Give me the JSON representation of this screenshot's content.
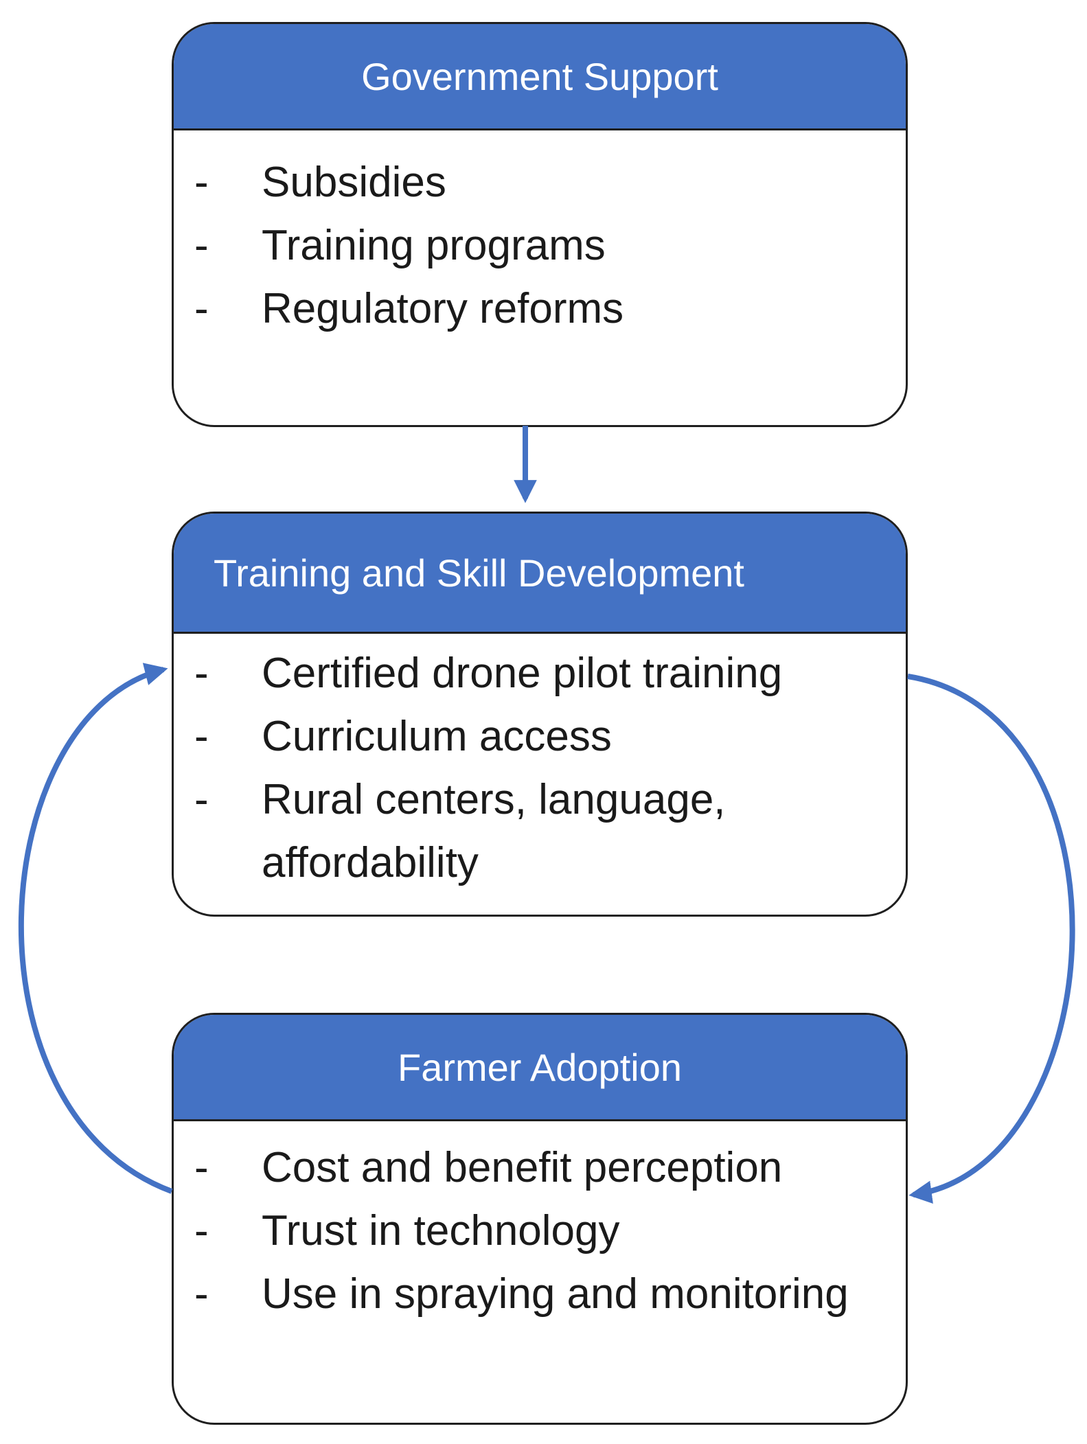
{
  "boxes": [
    {
      "title": "Government Support",
      "items": [
        "Subsidies",
        "Training programs",
        "Regulatory reforms"
      ]
    },
    {
      "title": "Training and Skill Development",
      "items": [
        "Certified drone pilot training",
        "Curriculum access",
        "Rural centers, language, affordability"
      ]
    },
    {
      "title": "Farmer Adoption",
      "items": [
        "Cost and benefit perception",
        "Trust in technology",
        "Use in spraying and monitoring"
      ]
    }
  ],
  "bullet": "-",
  "colors": {
    "header": "#4472c4",
    "arrow": "#4472c4",
    "border": "#1f1f1f"
  }
}
